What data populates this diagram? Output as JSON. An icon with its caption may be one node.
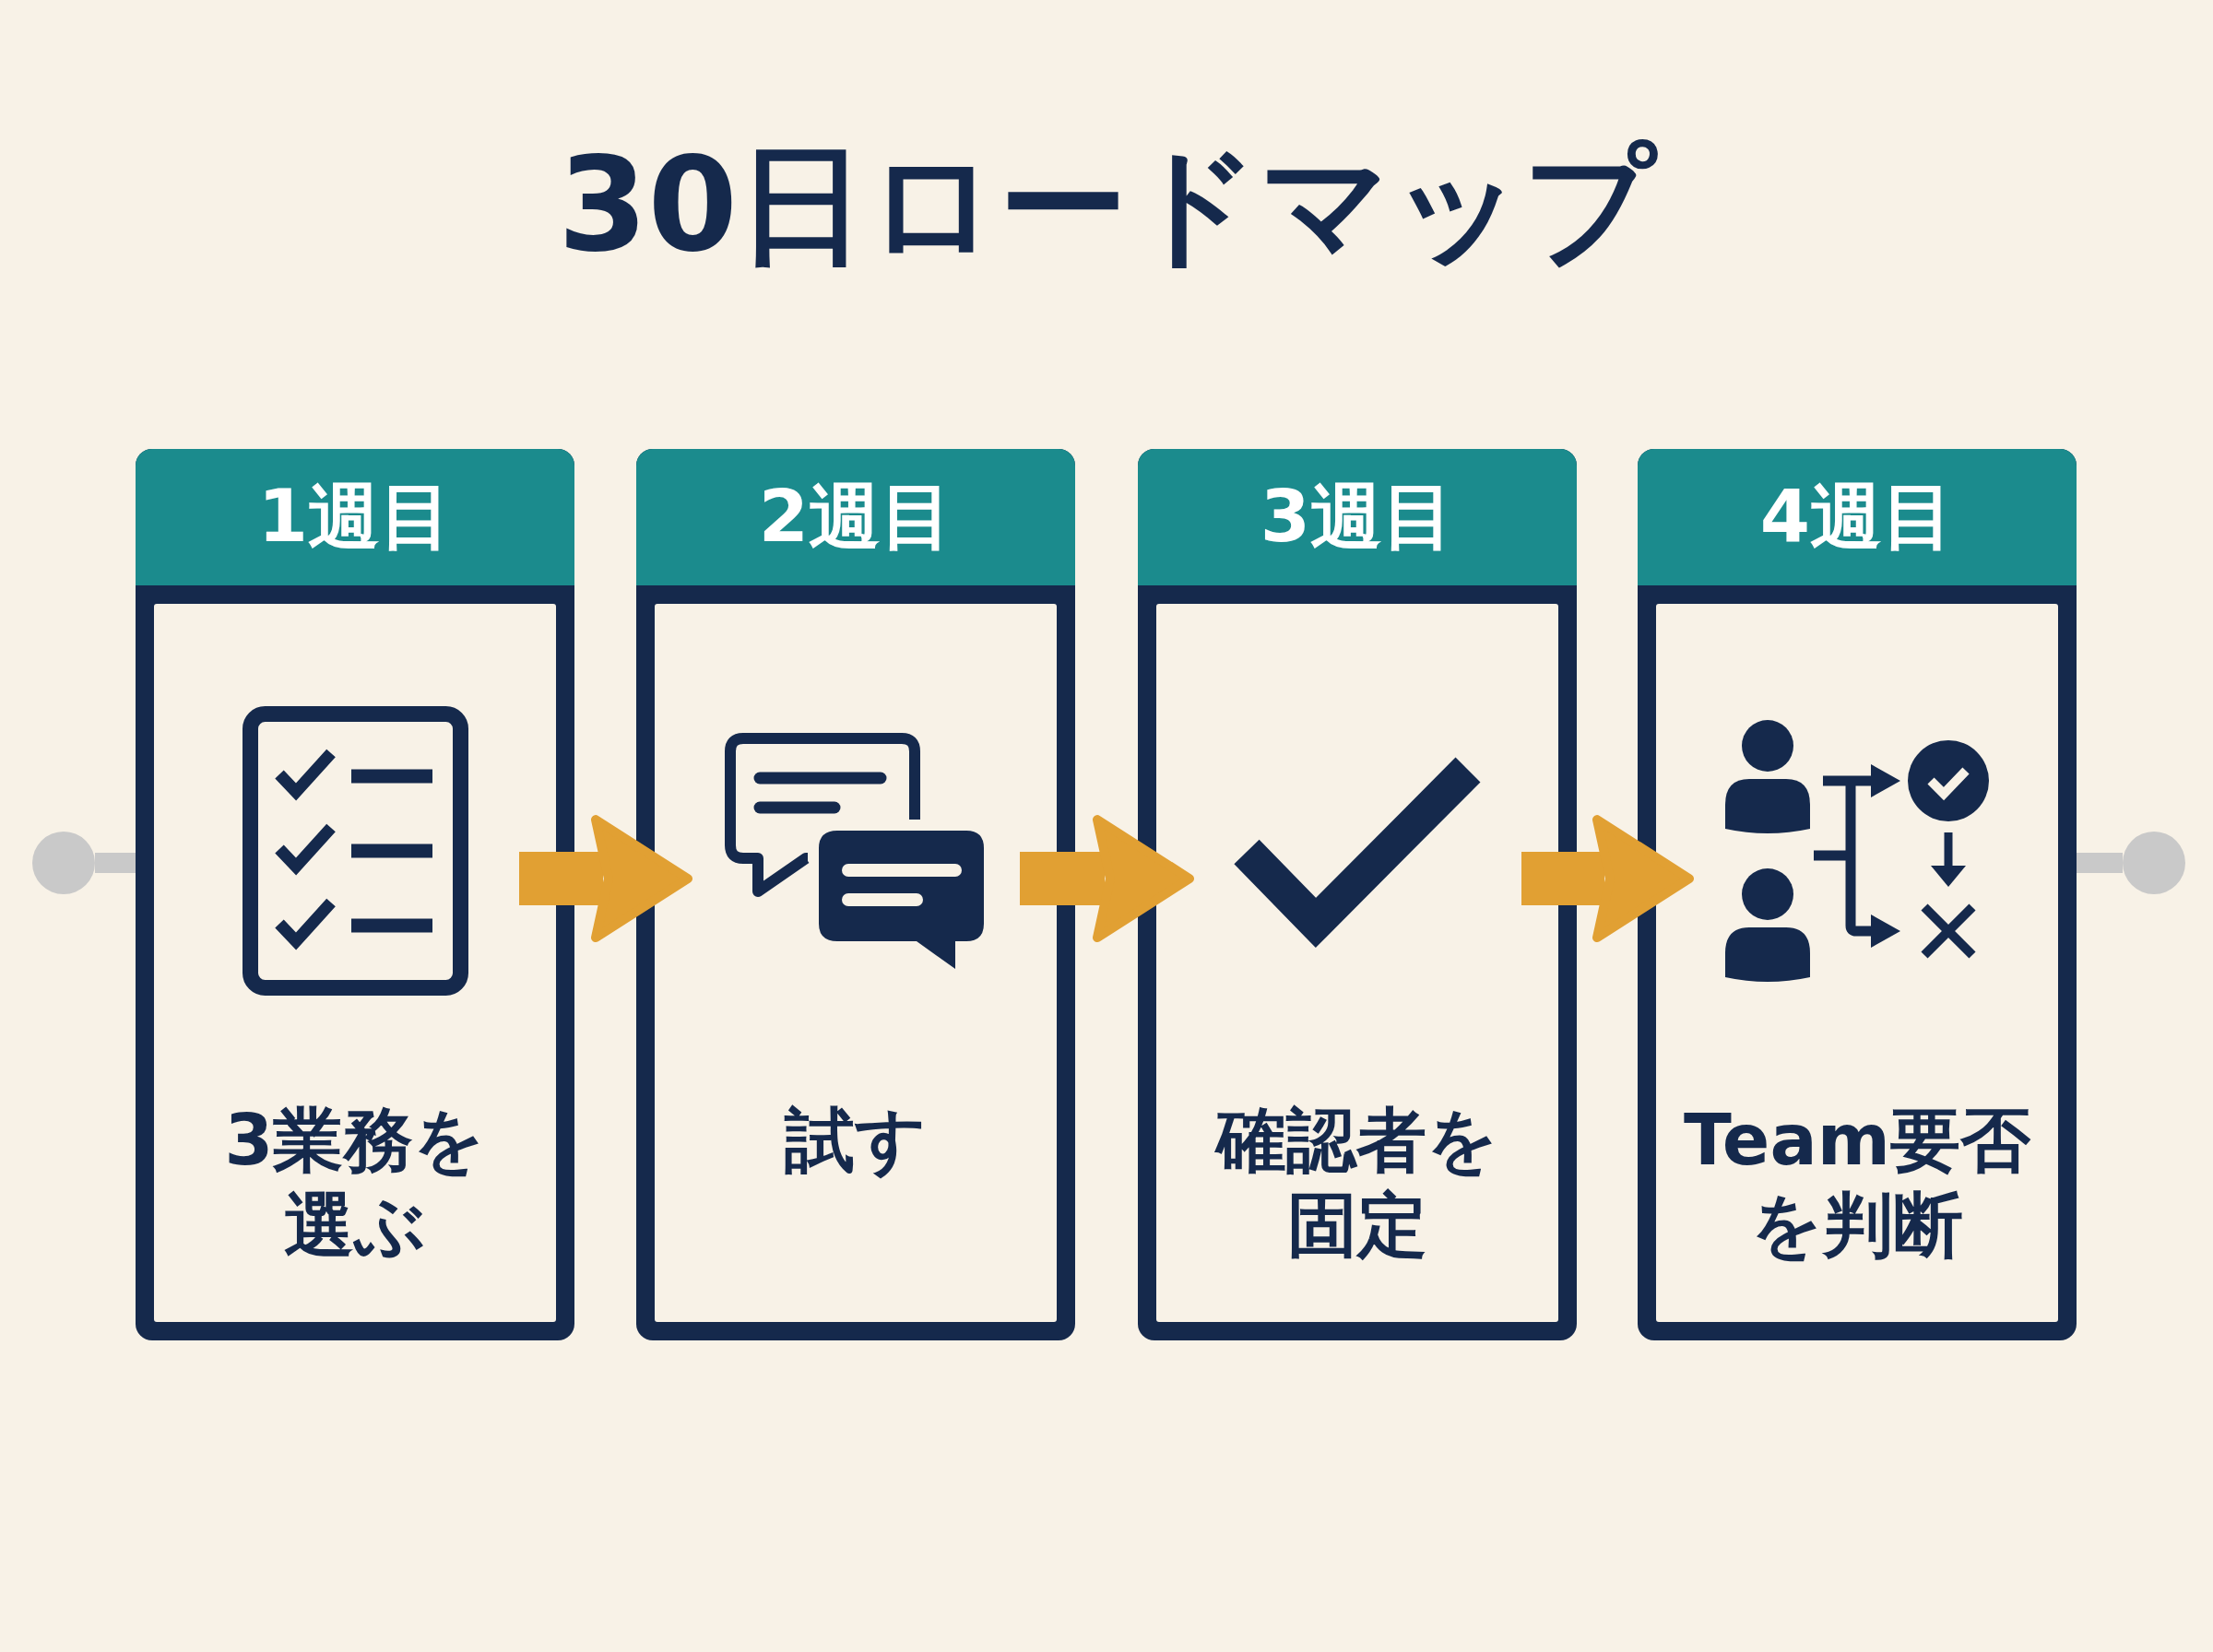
{
  "diagram": {
    "title": "30日ロードマップ",
    "nodes": [
      {
        "text": [],
        "shape": "circle"
      },
      {
        "text": [
          "1週目",
          "3業務を選ぶ"
        ]
      },
      {
        "text": [
          "2週目",
          "試す"
        ]
      },
      {
        "text": [
          "3週目",
          "確認者を固定"
        ]
      },
      {
        "text": [
          "4週目",
          "Team要否を判断"
        ]
      },
      {
        "text": [],
        "shape": "circle"
      }
    ],
    "edges": [
      {
        "from": 0,
        "to": 1,
        "arrow": "none",
        "color": "#c9c9c9"
      },
      {
        "from": 1,
        "to": 2,
        "arrow": "to"
      },
      {
        "from": 2,
        "to": 3,
        "arrow": "to"
      },
      {
        "from": 3,
        "to": 4,
        "arrow": "to"
      },
      {
        "from": 4,
        "to": 5,
        "arrow": "none",
        "color": "#c9c9c9"
      }
    ]
  }
}
